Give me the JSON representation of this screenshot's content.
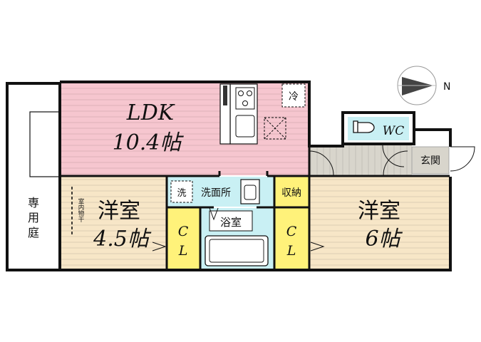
{
  "rooms": {
    "ldk": {
      "name": "LDK",
      "size": "10.4帖"
    },
    "western_1": {
      "name": "洋室",
      "size": "4.5帖"
    },
    "western_2": {
      "name": "洋室",
      "size": "6帖"
    },
    "wc": "WC",
    "entrance": "玄関",
    "washroom": "洗面所",
    "washer": "洗",
    "bath": "浴室",
    "storage": "収納",
    "closet_1": [
      "C",
      "L"
    ],
    "closet_2": [
      "C",
      "L"
    ],
    "fridge": "冷",
    "private_garden": [
      "専",
      "用",
      "庭"
    ],
    "indoor_dryer": "室内物干"
  },
  "compass": {
    "label": "N"
  },
  "colors": {
    "ldk": "#f6c6cf",
    "western": "#f7e6c7",
    "entrance": "#d8d5cc",
    "closet": "#fff27a",
    "bath": "#c9f0f4",
    "wall": "#111111"
  }
}
